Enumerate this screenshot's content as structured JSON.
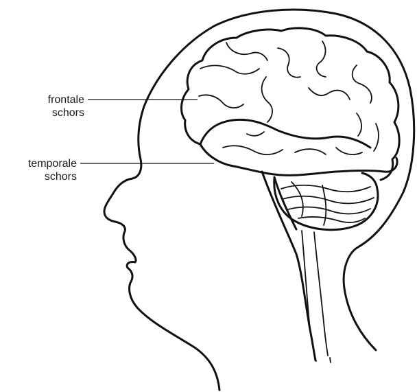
{
  "labels": {
    "frontal": {
      "line1": "frontale",
      "line2": "schors"
    },
    "temporal": {
      "line1": "temporale",
      "line2": "schors"
    }
  },
  "colors": {
    "ink": "#111111",
    "background": "#ffffff"
  }
}
